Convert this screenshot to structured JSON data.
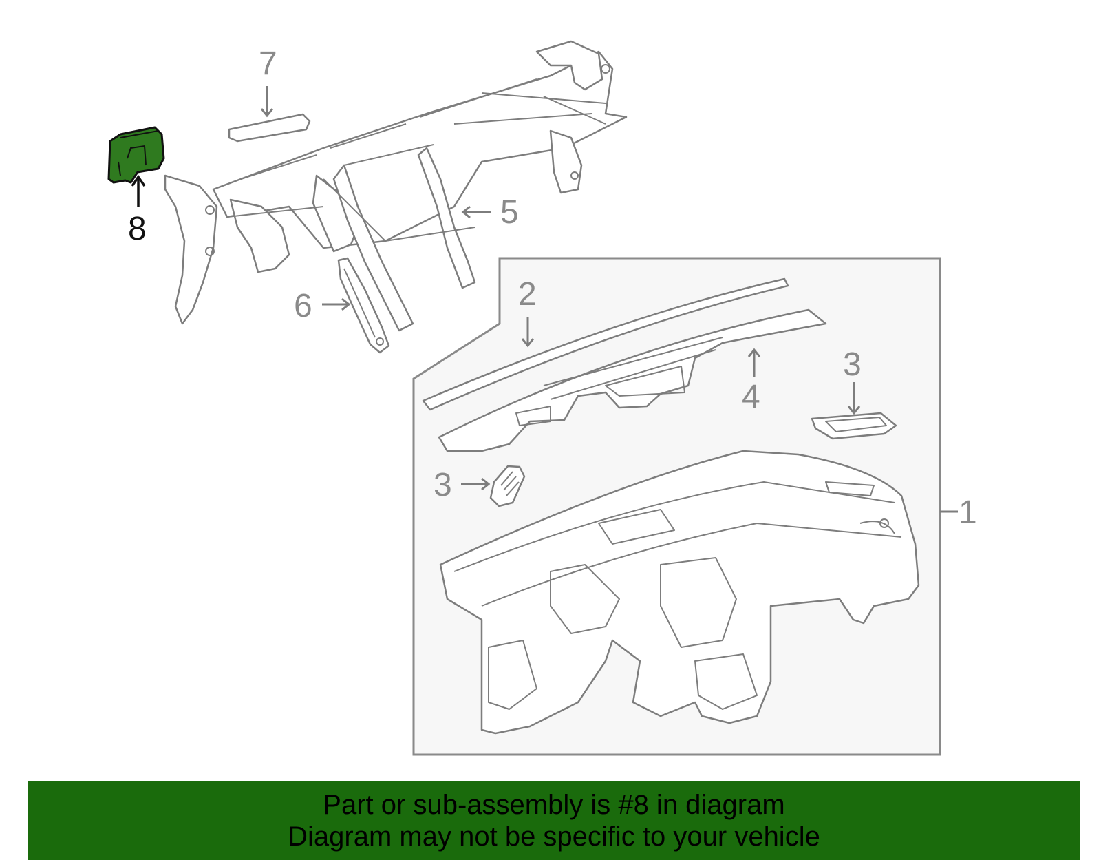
{
  "callouts": {
    "c1": "1",
    "c2": "2",
    "c3a": "3",
    "c3b": "3",
    "c4": "4",
    "c5": "5",
    "c6": "6",
    "c7": "7",
    "c8": "8"
  },
  "highlighted_part": "8",
  "colors": {
    "highlight_fill": "#2f7a1f",
    "banner_bg": "#1a6b0c",
    "line_art": "#7d7d7d",
    "panel_bg": "#f7f7f7"
  },
  "banner": {
    "line1": "Part or sub-assembly is #8 in diagram",
    "line2": "Diagram may not be specific to your vehicle"
  }
}
